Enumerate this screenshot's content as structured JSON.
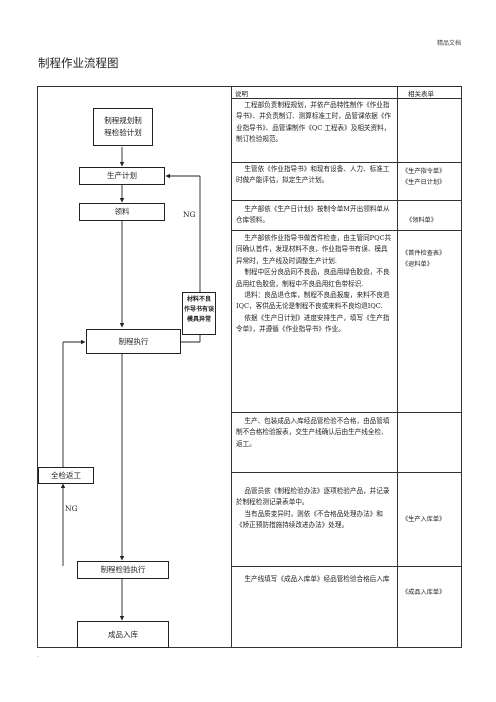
{
  "header": {
    "watermark": "精品文档"
  },
  "doc": {
    "title": "制程作业流程图"
  },
  "table": {
    "col_desc": "说明",
    "col_forms": "相关表单",
    "rows": [
      {
        "desc": "    工程部负责制程规划，并依产品特性制作《作业指导书》、并负责制订、测算标准工时，品管课依据《作业指导书》、品管课制作《QC 工程表》及相关资料，制订检验规范。",
        "forms": ""
      },
      {
        "desc": "    生管依《作业指导书》和现有设备、人力、标准工时做产能评估，拟定生产计划。",
        "forms": "《生产指令单》\n《生产日计划》"
      },
      {
        "desc": "    生产部依《生产日计划》按制令单M开出领料单从仓库领料。",
        "forms": "《领料单》"
      },
      {
        "desc": "    生产部依作业指导书做首件检查，由主管同PQC共同确认首件，发现材料不良，作业指导书有误、模具异常时，生产线及时调整生产计划.\n    制程中区分良品同不良品，良品用绿色胶盘，不良品用红色胶盘，制程中不良品用红色带标识.\n    退料：良品退仓库，制程不良品报废，来料不良退 IQC，客供品无论是制程不良或来料不良均退IQC.\n    依据《生产日计划》进度安排生产，填写《生产指令单》，并遵循《作业指导书》作业。",
        "forms": "《首件检查表》\n《退料单》"
      },
      {
        "desc": "    生产、包装成品入库经品管检验不合格，由品管填制不合格检验报表，交生产线确认后由生产线全检、返工。",
        "forms": ""
      },
      {
        "desc": "    品管员依《制程检验办法》逐项检验产品，并记录於制程检测记录表单中。\n    当有品质变异时，则依《不合格品处理办法》和《矫正预防措施持续改进办法》处理。",
        "forms": "《生产入库单》"
      },
      {
        "desc": "    生产线填写《成品入库单》经品管检验合格后入库",
        "forms": "《成品入库单》"
      }
    ]
  },
  "flow": {
    "plan_box": "制程规划制\n程检验计划",
    "production_plan": "生产计划",
    "material": "领料",
    "execution": "制程执行",
    "anomaly_note": "材料不良\n作导书有误\n模具异常",
    "rework": "全检返工",
    "inspection": "制程检验执行",
    "warehouse": "成品入库",
    "ng_label_1": "NG",
    "ng_label_2": "NG"
  },
  "footer": {
    "mark": "."
  }
}
